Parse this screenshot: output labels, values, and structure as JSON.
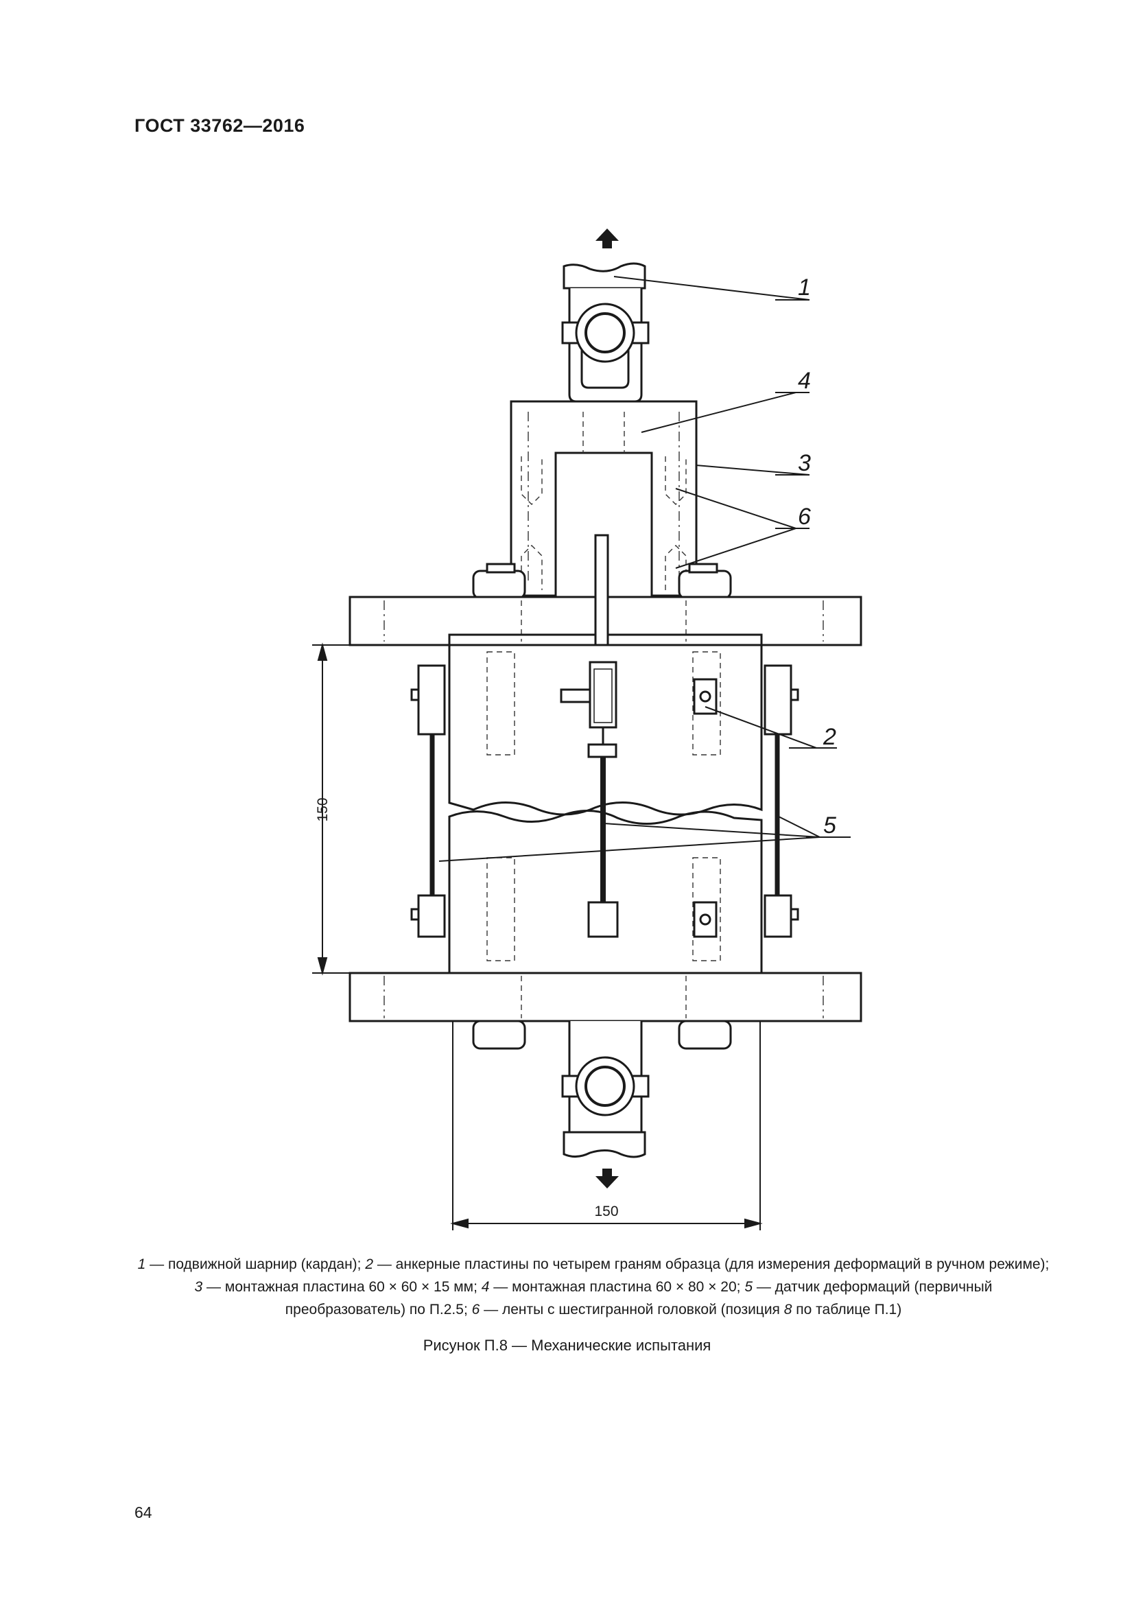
{
  "header": {
    "doc_code": "ГОСТ 33762—2016"
  },
  "figure": {
    "labels": [
      "1",
      "4",
      "3",
      "6",
      "2",
      "5"
    ],
    "dimension_vertical": "150",
    "dimension_horizontal": "150"
  },
  "caption": {
    "n1": "1",
    "t1": " — подвижной шарнир (кардан); ",
    "n2": "2",
    "t2": " — анкерные пластины по четырем граням образца (для измерения деформаций в ручном режиме); ",
    "n3": "3",
    "t3": " — монтажная пластина 60 × 60 × 15 мм; ",
    "n4": "4",
    "t4": " — монтажная пластина 60 × 80 × 20; ",
    "n5": "5",
    "t5": " — датчик деформаций (первичный преобразователь) по П.2.5; ",
    "n6": "6",
    "t6": " — ленты с шестигранной головкой (позиция ",
    "n8": "8",
    "t7": " по таблице П.1)"
  },
  "figure_title": "Рисунок П.8 — Механические испытания",
  "page_number": "64"
}
